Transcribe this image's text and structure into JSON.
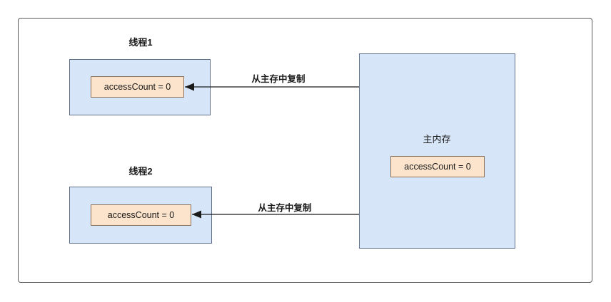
{
  "diagram": {
    "thread1": {
      "title": "线程1",
      "variable": "accessCount = 0"
    },
    "thread2": {
      "title": "线程2",
      "variable": "accessCount = 0"
    },
    "main_memory": {
      "title": "主内存",
      "variable": "accessCount = 0"
    },
    "arrows": [
      {
        "label": "从主存中复制",
        "from": "main_memory",
        "to": "thread1"
      },
      {
        "label": "从主存中复制",
        "from": "main_memory",
        "to": "thread2"
      }
    ],
    "colors": {
      "container_fill": "#d7e5f8",
      "container_stroke": "#5f6f8c",
      "variable_fill": "#fbe4cb",
      "variable_stroke": "#8c7058",
      "arrow": "#1a1a1a"
    }
  }
}
